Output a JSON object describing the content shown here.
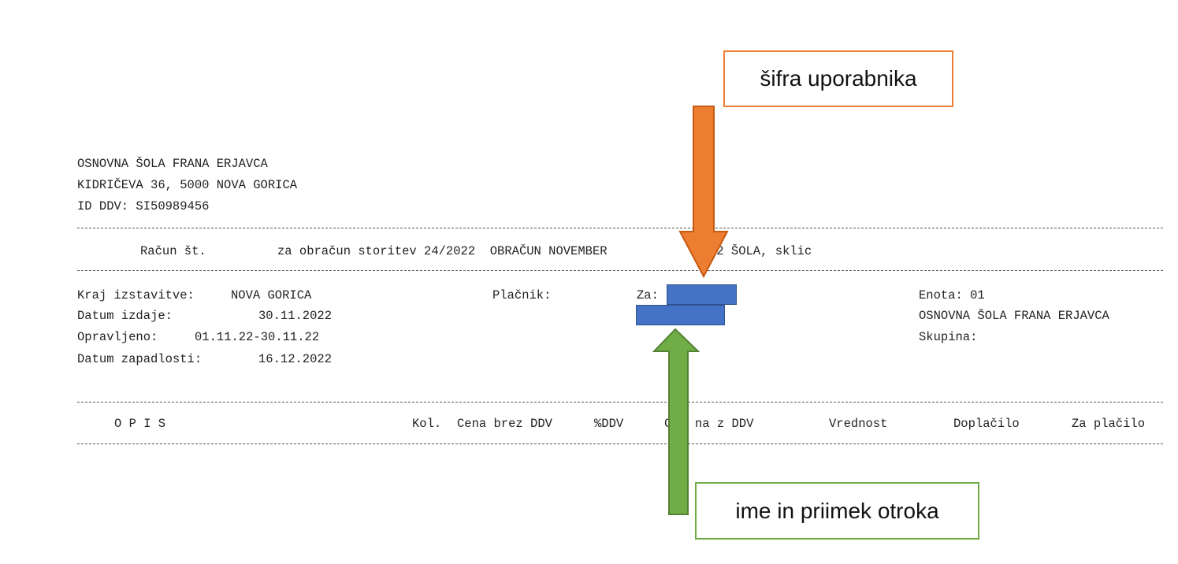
{
  "issuer": {
    "name": "OSNOVNA ŠOLA FRANA ERJAVCA",
    "address": "KIDRIČEVA 36, 5000 NOVA GORICA",
    "vat_id": "ID DDV: SI50989456"
  },
  "invoice_line": {
    "racun": "Račun št.",
    "obracun": "za obračun storitev 24/2022  OBRAČUN NOVEMBER",
    "tail": "22 ŠOLA, sklic"
  },
  "details": {
    "kraj_label": "Kraj izstavitve:",
    "kraj_value": "NOVA GORICA",
    "datum_izdaje_label": "Datum izdaje:",
    "datum_izdaje_value": "30.11.2022",
    "opravljeno_label": "Opravljeno:",
    "opravljeno_value": "01.11.22-30.11.22",
    "zapadlost_label": "Datum zapadlosti:",
    "zapadlost_value": "16.12.2022",
    "placnik_label": "Plačnik:",
    "za_label": "Za:",
    "enota_label": "Enota:",
    "enota_value": "01",
    "enota_name": "OSNOVNA ŠOLA FRANA ERJAVCA",
    "skupina_label": "Skupina:"
  },
  "table_header": {
    "opis": "O P I S",
    "kol": "Kol.",
    "cena_brez": "Cena brez DDV",
    "ddv": "%DDV",
    "cena_z_pre": "C",
    "cena_z_post": "na z DDV",
    "vrednost": "Vrednost",
    "doplacilo": "Doplačilo",
    "za_placilo": "Za plačilo"
  },
  "callouts": {
    "user_code": "šifra uporabnika",
    "child_name": "ime in priimek otroka",
    "user_code_color": "#ed7d31",
    "child_name_color": "#70ad47",
    "redaction_color": "#4472c4"
  }
}
